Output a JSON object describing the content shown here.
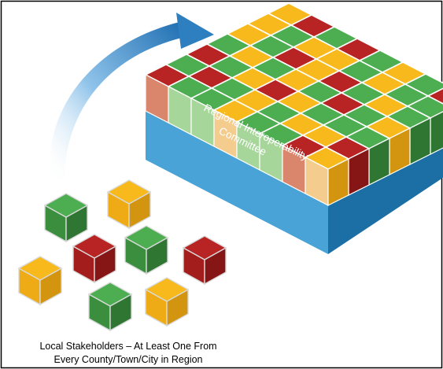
{
  "committee": {
    "line1": "Regional Interoperability",
    "line2": "Committee"
  },
  "caption": {
    "line1": "Local Stakeholders – At Least One From",
    "line2": "Every County/Town/City in Region"
  },
  "colors": {
    "green": "#3fa34d",
    "red": "#b52020",
    "yellow": "#f6b21b",
    "platform": "#4aa3d6",
    "arrow": "#2d7fbf"
  },
  "grid": {
    "rows": [
      [
        "yellow",
        "red",
        "green",
        "red",
        "green",
        "yellow",
        "green",
        "red"
      ],
      [
        "yellow",
        "green",
        "yellow",
        "yellow",
        "green",
        "yellow",
        "green",
        "green"
      ],
      [
        "yellow",
        "green",
        "red",
        "yellow",
        "red",
        "green",
        "yellow",
        "green"
      ],
      [
        "green",
        "yellow",
        "green",
        "yellow",
        "green",
        "red",
        "green",
        "yellow"
      ],
      [
        "red",
        "green",
        "yellow",
        "red",
        "yellow",
        "green",
        "green",
        "green"
      ],
      [
        "green",
        "red",
        "green",
        "yellow",
        "green",
        "yellow",
        "yellow",
        "red"
      ],
      [
        "red",
        "green",
        "green",
        "yellow",
        "green",
        "green",
        "red",
        "yellow"
      ]
    ]
  },
  "stakeholder_cubes": [
    "green",
    "yellow",
    "red",
    "green",
    "red",
    "yellow",
    "green",
    "yellow"
  ]
}
